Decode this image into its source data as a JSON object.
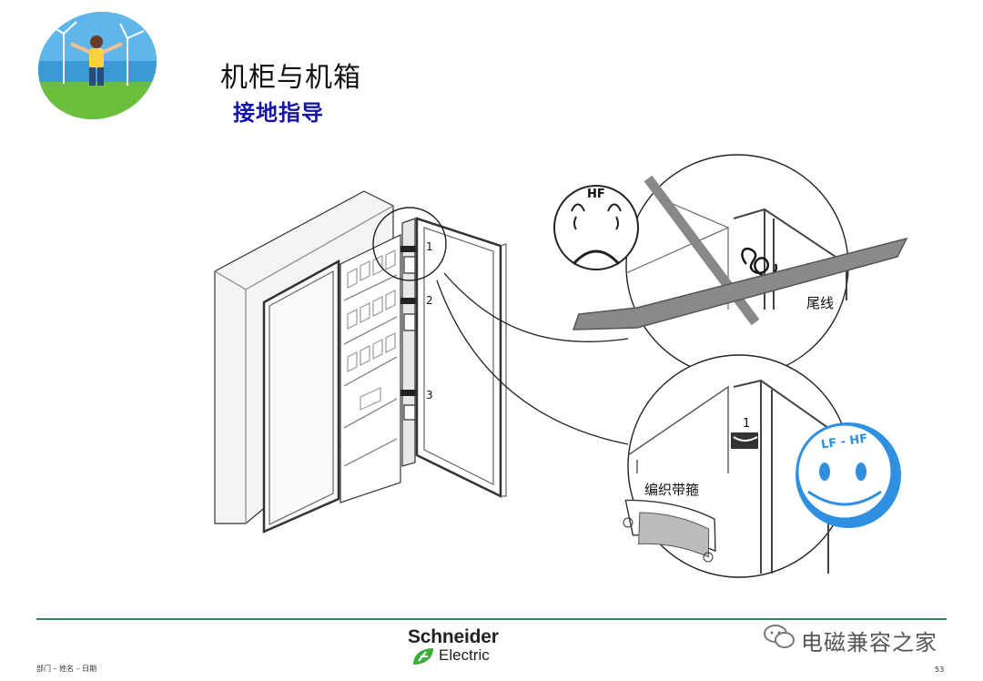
{
  "slide": {
    "title": "机柜与机箱",
    "subtitle": "接地指导",
    "page_number": "53",
    "footer_meta": "部门 – 姓名 – 日期"
  },
  "figure": {
    "hinge_labels": [
      "1",
      "2",
      "3"
    ],
    "label_tail_wire": "尾线",
    "label_braid_strap": "编织带箍",
    "badge_bad": "HF",
    "badge_good": "LF - HF",
    "strap_number": "1"
  },
  "brand": {
    "line1": "Schneider",
    "line2": "Electric"
  },
  "watermark": {
    "text": "电磁兼容之家"
  },
  "colors": {
    "title": "#111111",
    "subtitle": "#1515a8",
    "footer_rule": "#2a8a58",
    "brand_green": "#3dac3d",
    "smiley_blue": "#2f8fe0"
  },
  "icons": [
    "windmill-photo-badge",
    "sad-face-icon",
    "smiley-face-icon",
    "schneider-logo-icon",
    "wechat-icon"
  ]
}
